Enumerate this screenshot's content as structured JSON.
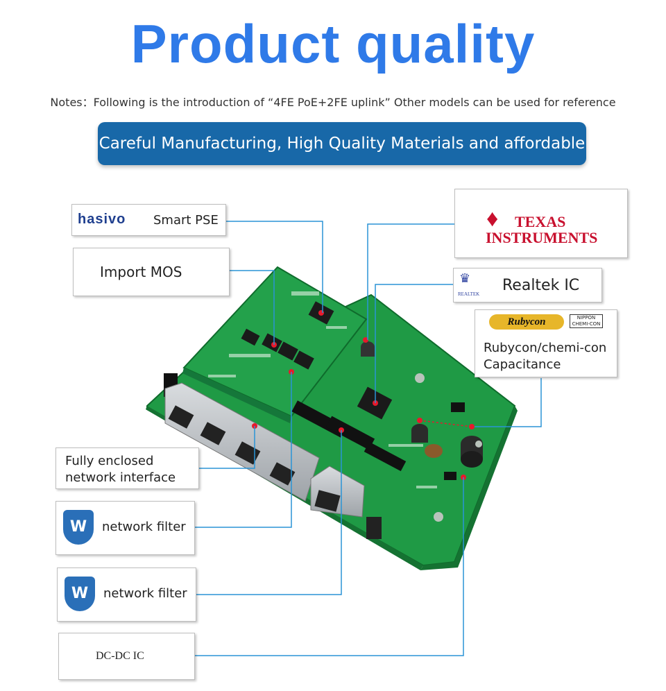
{
  "header": {
    "title": "Product quality",
    "notes": "Notes：Following is the introduction of “4FE PoE+2FE uplink” Other models can be used for reference",
    "banner": "Careful Manufacturing, High Quality Materials and affordable"
  },
  "callouts": {
    "smart_pse": {
      "brand": "hasivo",
      "label": "Smart PSE"
    },
    "import_mos": {
      "label": "Import MOS"
    },
    "texas": {
      "line1": "TEXAS",
      "line2": "INSTRUMENTS"
    },
    "realtek": {
      "label": "Realtek IC",
      "logo_text": "REALTEK"
    },
    "rubycon": {
      "logo1": "Rubycon",
      "logo2": "NIPPON CHEMI-CON",
      "line1": "Rubycon/chemi-con",
      "line2": "Capacitance"
    },
    "enclosed": {
      "line1": "Fully enclosed",
      "line2": "network interface"
    },
    "filter1": {
      "label": "network filter"
    },
    "filter2": {
      "label": "network filter"
    },
    "dcdc": {
      "label": "DC-DC IC"
    }
  },
  "colors": {
    "title": "#2f7ae8",
    "banner": "#1868a8",
    "connector": "#2a94d6",
    "marker": "#e8192c",
    "pcb": "#1f9a45",
    "ti_red": "#c8102e"
  }
}
